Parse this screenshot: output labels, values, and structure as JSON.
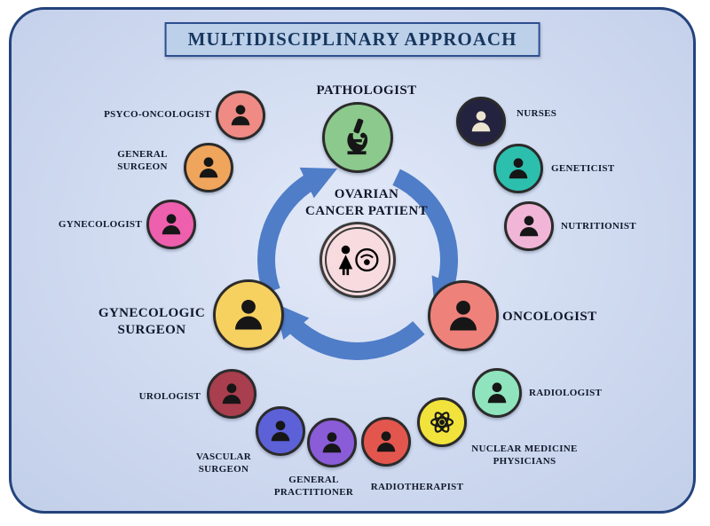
{
  "title": "MULTIDISCIPLINARY APPROACH",
  "colors": {
    "frame_bg": "#cfdaf0",
    "frame_border": "#24437c",
    "title_box_bg": "#bcd0ea",
    "title_text": "#17365d",
    "arrow": "#4f7dc8",
    "label_text": "#10172a"
  },
  "center": {
    "label": "OVARIAN\nCANCER PATIENT",
    "color": "#f7dbdf"
  },
  "main_roles": [
    {
      "id": "pathologist",
      "label": "PATHOLOGIST",
      "color": "#8cc98c"
    },
    {
      "id": "oncologist",
      "label": "ONCOLOGIST",
      "color": "#ef817b"
    },
    {
      "id": "gynecologic_surgeon",
      "label": "GYNECOLOGIC\nSURGEON",
      "color": "#f6d160"
    }
  ],
  "satellite_roles": [
    {
      "id": "psyco_oncologist",
      "label": "PSYCO-ONCOLOGIST",
      "color": "#ef8b84"
    },
    {
      "id": "general_surgeon",
      "label": "GENERAL\nSURGEON",
      "color": "#f0a55c"
    },
    {
      "id": "gynecologist",
      "label": "GYNECOLOGIST",
      "color": "#ee5fae"
    },
    {
      "id": "nurses",
      "label": "NURSES",
      "color": "#23233f"
    },
    {
      "id": "geneticist",
      "label": "GENETICIST",
      "color": "#2dbfae"
    },
    {
      "id": "nutritionist",
      "label": "NUTRITIONIST",
      "color": "#f0b5d7"
    },
    {
      "id": "radiologist",
      "label": "RADIOLOGIST",
      "color": "#8fe4bd"
    },
    {
      "id": "nuclear_medicine_physicians",
      "label": "NUCLEAR MEDICINE\nPHYSICIANS",
      "color": "#f1e33c"
    },
    {
      "id": "radiotherapist",
      "label": "RADIOTHERAPIST",
      "color": "#e3564e"
    },
    {
      "id": "general_practitioner",
      "label": "GENERAL\nPRACTITIONER",
      "color": "#8a5cd8"
    },
    {
      "id": "vascular_surgeon",
      "label": "VASCULAR\nSURGEON",
      "color": "#5c61d8"
    },
    {
      "id": "urologist",
      "label": "UROLOGIST",
      "color": "#a93e4e"
    }
  ]
}
